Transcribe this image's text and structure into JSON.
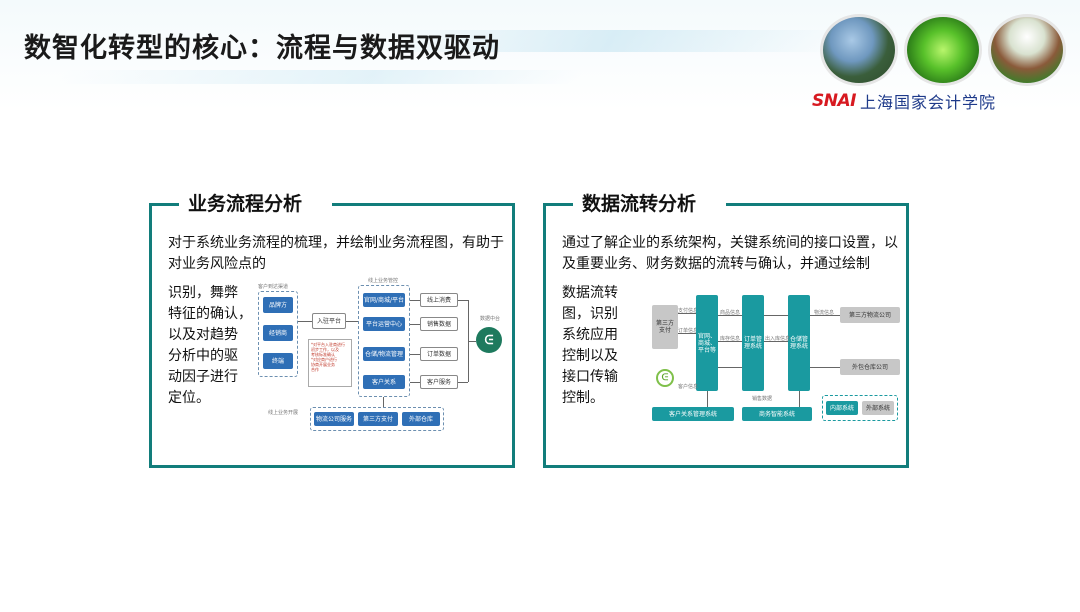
{
  "page": {
    "title": "数智化转型的核心：流程与数据双驱动"
  },
  "logo": {
    "brand": "SNAI",
    "school": "上海国家会计学院"
  },
  "panels": {
    "left": {
      "title": "业务流程分析",
      "text_top": "对于系统业务流程的梳理，并绘制业务流程图，有助于对业务风险点的",
      "text_col": [
        "识别，舞弊",
        "特征的确认，",
        "以及对趋势",
        "分析中的驱",
        "动因子进行",
        "定位。"
      ],
      "diagram": {
        "left_group_label": "客户到达渠道",
        "left_boxes": [
          "品牌方",
          "经销商",
          "终端"
        ],
        "center_box": "入驻平台",
        "note_box": "*对平台入驻商进行\n初步工作，以及\n考核标准确认\n*对应商户进行\n协商开展业务\n合作",
        "middle_group_label": "线上业务管控",
        "middle_boxes": [
          "官网/商城/平台",
          "平台运营中心",
          "仓储/物流管理",
          "客户关系"
        ],
        "right_boxes": [
          "线上消费",
          "销售数据",
          "订单数据",
          "客户服务"
        ],
        "right_icon_label": "数据中台",
        "bottom_group_label": "线上业务开展",
        "bottom_boxes": [
          "物流公司服务",
          "第三方支付",
          "外部仓库"
        ]
      }
    },
    "right": {
      "title": "数据流转分析",
      "text_top": "通过了解企业的系统架构，关键系统间的接口设置，以及重要业务、财务数据的流转与确认，并通过绘制",
      "text_col": [
        "数据流转",
        "图，识别",
        "系统应用",
        "控制以及",
        "接口传输",
        "控制。"
      ],
      "diagram": {
        "left_top_box": "第三方\n支付",
        "left_bottom_box": "",
        "col1": "官网、\n商城、\n平台等",
        "col2": "订单管\n理系统",
        "col3": "仓储管\n理系统",
        "right_boxes": [
          "第三方物流公司",
          "外包仓库公司"
        ],
        "bottom_left": "客户关系管理系统",
        "bottom_mid": "商务智能系统",
        "legend": [
          "内部系统",
          "外部系统"
        ],
        "flow_labels": [
          "支付信息",
          "订单信息",
          "商品信息",
          "库存信息",
          "出入库信息",
          "物流信息",
          "客户信息",
          "销售数据"
        ]
      }
    }
  },
  "colors": {
    "panel_border": "#127d7b",
    "accent_blue": "#2f6fb6",
    "accent_teal": "#1a9aa0",
    "logo_red": "#d71920",
    "logo_blue": "#1e3a8a"
  }
}
